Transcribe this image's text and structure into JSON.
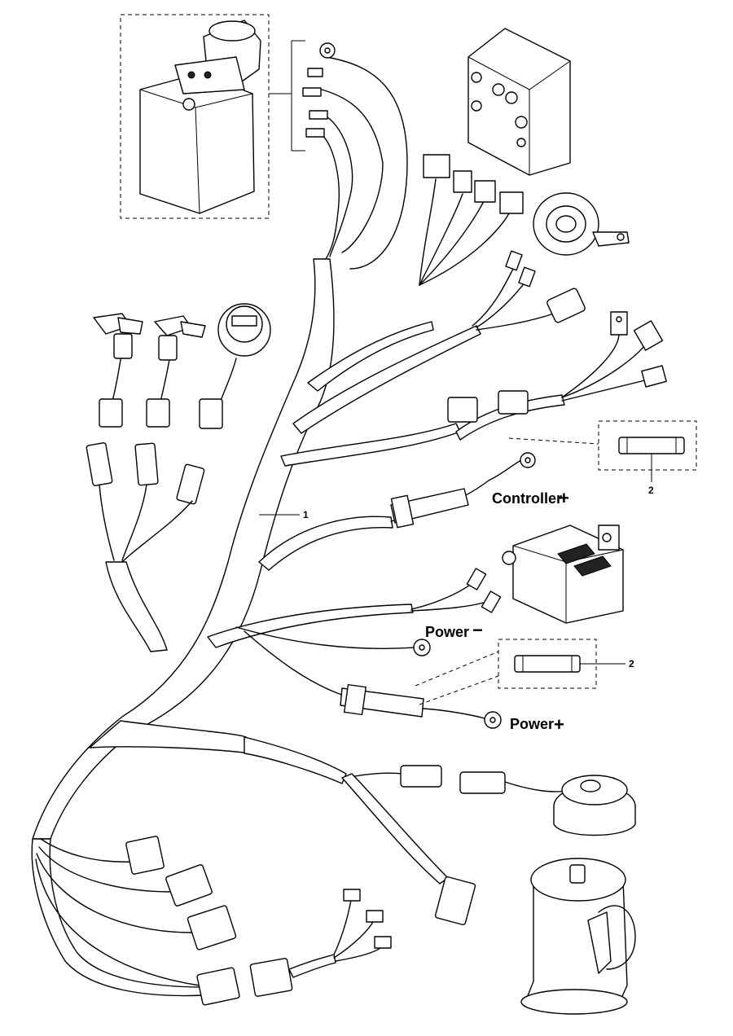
{
  "labels": {
    "controller_plus": "Controller",
    "power_minus": "Power",
    "power_plus": "Power",
    "plus_sign": "+",
    "minus_sign": "−"
  },
  "callouts": {
    "harness": "1",
    "fuse_upper": "2",
    "fuse_lower": "2"
  }
}
